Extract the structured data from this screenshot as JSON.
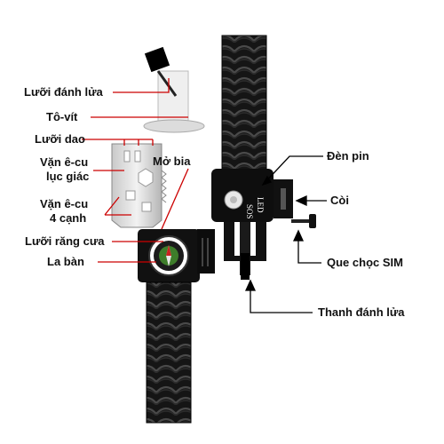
{
  "accent_color": "#cc0000",
  "labels": {
    "luoi_danh_lua": "Lưỡi đánh lửa",
    "to_vit": "Tô-vít",
    "luoi_dao": "Lưỡi dao",
    "van_ecu_luc_giac_1": "Vặn ê-cu",
    "van_ecu_luc_giac_2": "lục giác",
    "mo_bia": "Mở bia",
    "van_ecu_4_canh_1": "Vặn ê-cu",
    "van_ecu_4_canh_2": "4 cạnh",
    "luoi_rang_cua": "Lưỡi răng cưa",
    "la_ban": "La bàn",
    "den_pin": "Đèn pin",
    "coi": "Còi",
    "que_choc_sim": "Que chọc SIM",
    "thanh_danh_lua": "Thanh đánh lửa"
  },
  "buckle_text": {
    "led": "LED",
    "sos": "SOS"
  }
}
